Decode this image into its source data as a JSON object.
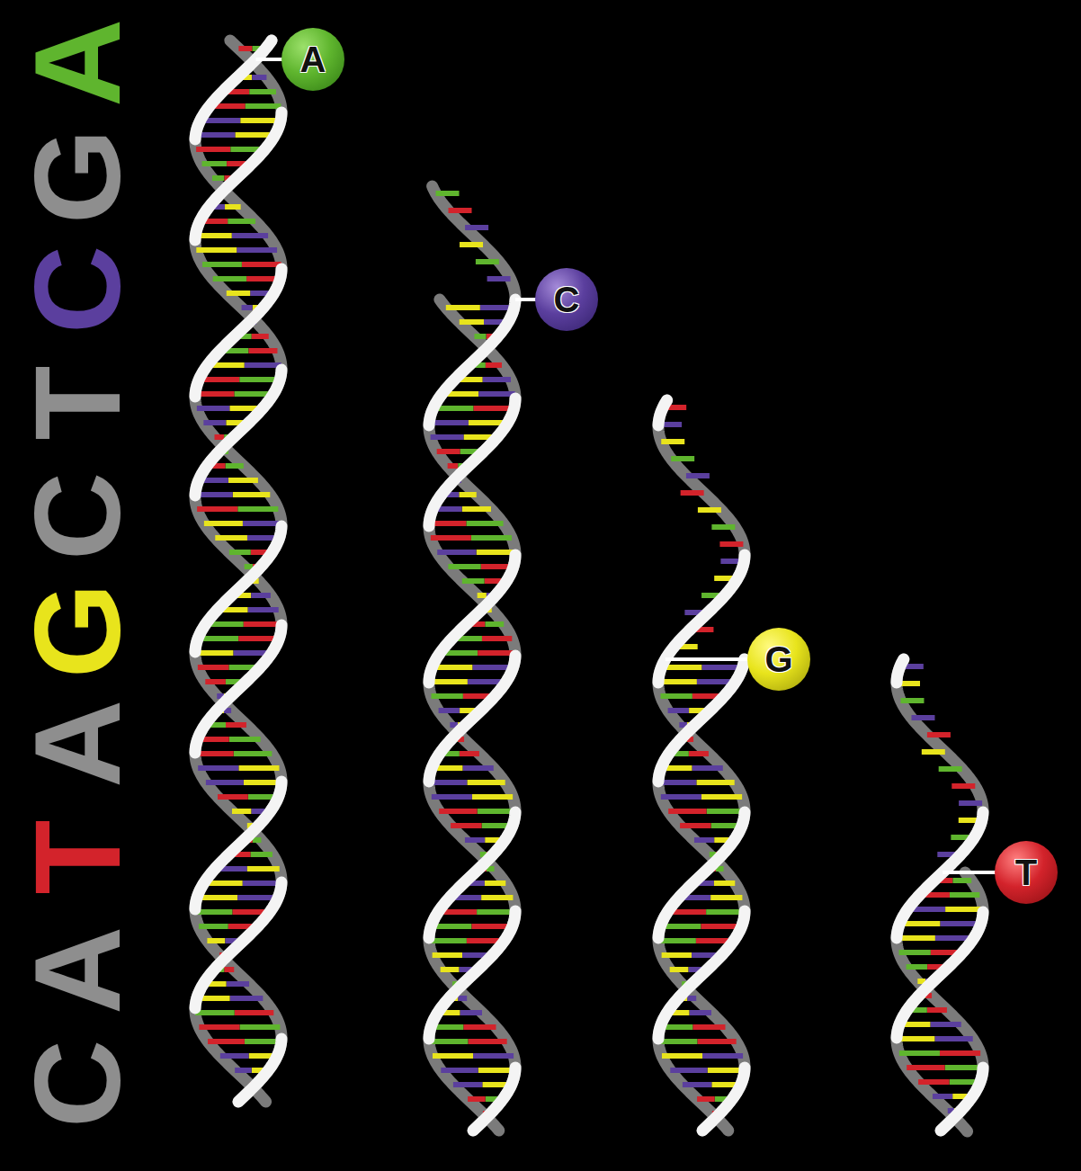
{
  "diagram": {
    "nodes": [
      {
        "text": [
          "A"
        ]
      },
      {
        "text": [
          "C"
        ]
      },
      {
        "text": [
          "G"
        ]
      },
      {
        "text": [
          "T"
        ]
      }
    ],
    "labels": [
      "C",
      "A",
      "T",
      "A",
      "G",
      "C",
      "T",
      "C",
      "G",
      "A"
    ]
  }
}
